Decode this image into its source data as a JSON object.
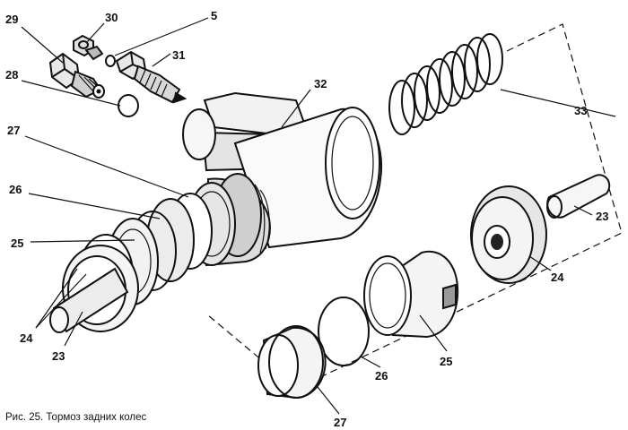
{
  "caption": "Рис. 25. Тормоз задних колес",
  "callouts": {
    "c29": "29",
    "c30": "30",
    "c5": "5",
    "c31": "31",
    "c28": "28",
    "c32": "32",
    "c27a": "27",
    "c26a": "26",
    "c25a": "25",
    "c24a": "24",
    "c23a": "23",
    "c33": "33",
    "c23b": "23",
    "c24b": "24",
    "c25b": "25",
    "c26b": "26",
    "c27b": "27"
  }
}
